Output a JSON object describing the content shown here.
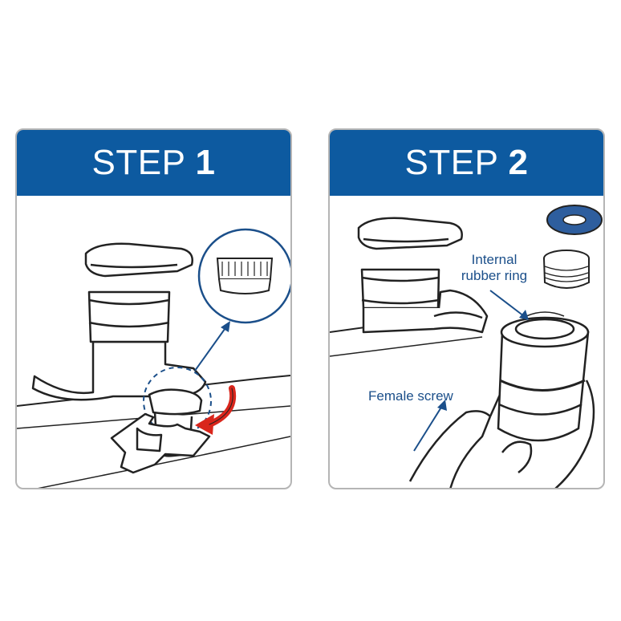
{
  "steps": [
    {
      "word": "STEP",
      "number": "1"
    },
    {
      "word": "STEP",
      "number": "2"
    }
  ],
  "labels": {
    "internal_ring": "Internal rubber ring",
    "female_screw": "Female screw"
  },
  "colors": {
    "banner": "#0d5aa0",
    "label": "#1b4f8a",
    "arrow_red": "#d9261c",
    "washer": "#2e5e9e",
    "outline": "#222222",
    "callout": "#1b4f8a"
  },
  "icons": [
    "faucet-icon",
    "aerator-icon",
    "removal-arrow-icon",
    "wrench-icon",
    "washer-icon",
    "hand-icon"
  ]
}
